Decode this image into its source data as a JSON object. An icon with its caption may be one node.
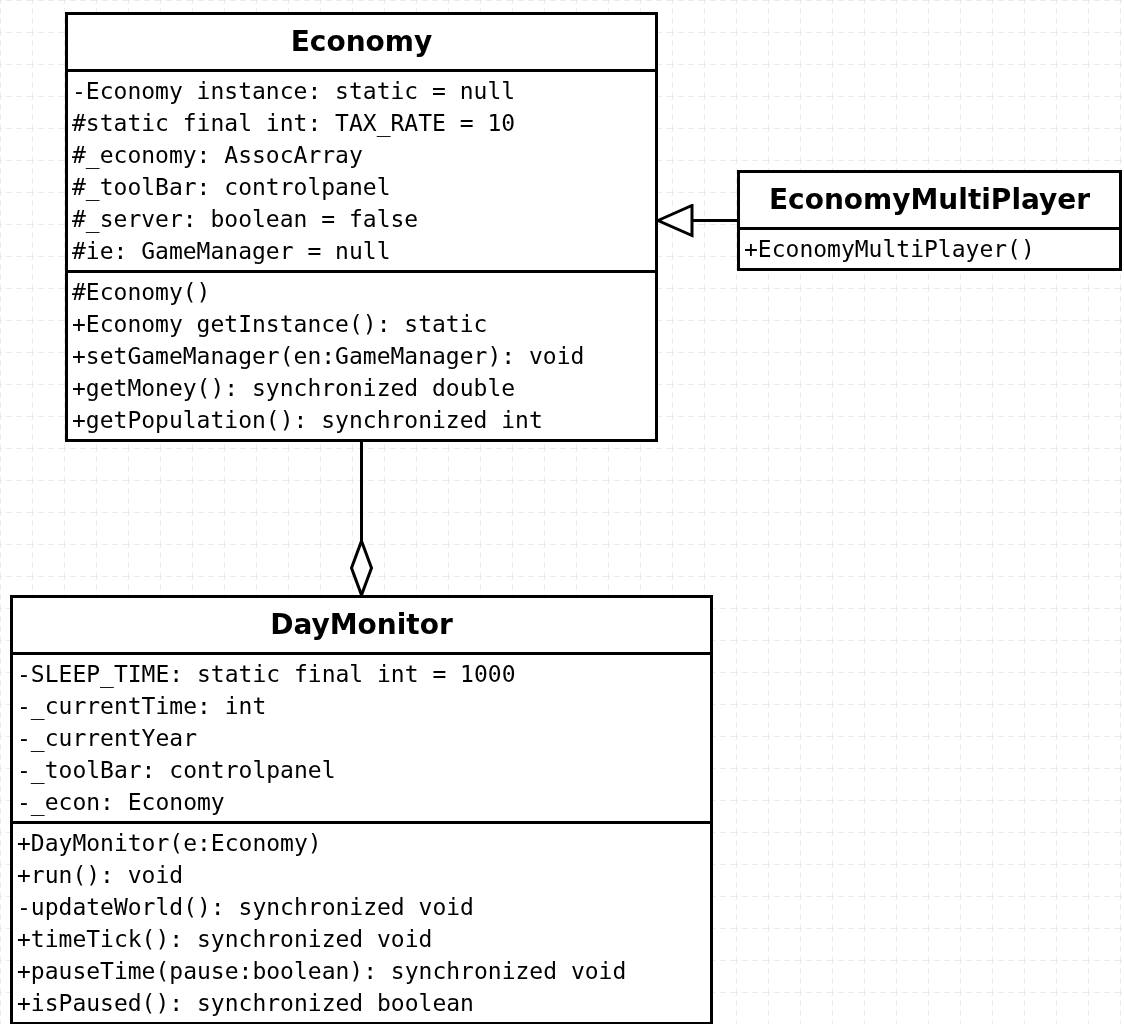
{
  "diagram": {
    "nodes": [
      {
        "text": [
          "Economy"
        ]
      },
      {
        "text": [
          "-Economy instance: static = null",
          "#static final int: TAX_RATE = 10",
          "#_economy: AssocArray",
          "#_toolBar: controlpanel",
          "#_server: boolean = false",
          "#ie: GameManager = null"
        ],
        "in": 0
      },
      {
        "text": [
          "#Economy()",
          "+Economy getInstance(): static",
          "+setGameManager(en:GameManager): void",
          "+getMoney(): synchronized double",
          "+getPopulation(): synchronized int"
        ],
        "in": 0
      },
      {
        "text": [
          "EconomyMultiPlayer"
        ]
      },
      {
        "text": [
          "+EconomyMultiPlayer()"
        ],
        "in": 3
      },
      {
        "text": [
          "DayMonitor"
        ]
      },
      {
        "text": [
          "-SLEEP_TIME: static final int = 1000",
          "-_currentTime: int",
          "-_currentYear",
          "-_toolBar: controlpanel",
          "-_econ: Economy"
        ],
        "in": 5
      },
      {
        "text": [
          "+DayMonitor(e:Economy)",
          "+run(): void",
          "-updateWorld(): synchronized void",
          "+timeTick(): synchronized void",
          "+pauseTime(pause:boolean): synchronized void",
          "+isPaused(): synchronized boolean"
        ],
        "in": 5
      }
    ],
    "edges": [
      {
        "from": 3,
        "to": 0,
        "arrow": "to"
      },
      {
        "from": 0,
        "to": 5,
        "arrow": "other"
      }
    ]
  }
}
